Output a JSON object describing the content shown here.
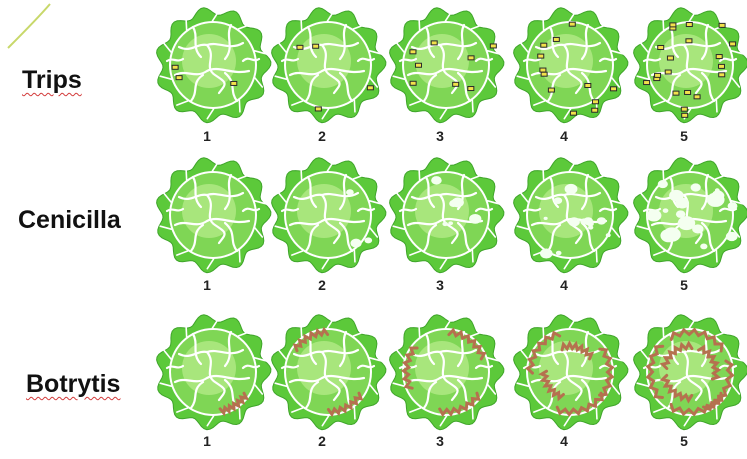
{
  "colors": {
    "leaf_outer": "#5cc93a",
    "leaf_outer_edge": "#3fa52a",
    "head_inner": "#7fd655",
    "head_core": "#b9ec8d",
    "vein": "#ffffff",
    "trips_mark_fill": "#f2e14b",
    "trips_mark_edge": "#2a2a2a",
    "mildew_spot": "#f4fff0",
    "botrytis": "#b5714f",
    "deco_curve": "#c8d86a"
  },
  "rows": [
    {
      "label": "Trips",
      "label_squiggle": true,
      "disease": "trips",
      "levels": [
        "1",
        "2",
        "3",
        "4",
        "5"
      ]
    },
    {
      "label": "Cenicilla",
      "label_squiggle": false,
      "disease": "mildew",
      "levels": [
        "1",
        "2",
        "3",
        "4",
        "5"
      ]
    },
    {
      "label": "Botrytis",
      "label_squiggle": true,
      "disease": "botrytis",
      "levels": [
        "1",
        "2",
        "3",
        "4",
        "5"
      ]
    }
  ]
}
